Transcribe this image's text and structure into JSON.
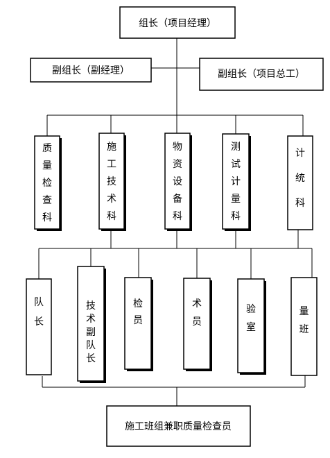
{
  "top": {
    "label": "组长（项目经理）"
  },
  "deputies": [
    {
      "label": "副组长（副经理）"
    },
    {
      "label": "副组长（项目总工）"
    }
  ],
  "departments": [
    {
      "label": "质量检查科"
    },
    {
      "label": "施工技术科"
    },
    {
      "label": "物资设备科"
    },
    {
      "label": "测试计量科"
    },
    {
      "label": "计统科"
    }
  ],
  "teams": [
    {
      "label": "队长"
    },
    {
      "label": "技术副队长"
    },
    {
      "label": "检员"
    },
    {
      "label": "术员"
    },
    {
      "label": "验室"
    },
    {
      "label": "量班"
    }
  ],
  "bottom": {
    "label": "施工班组兼职质量检查员"
  }
}
